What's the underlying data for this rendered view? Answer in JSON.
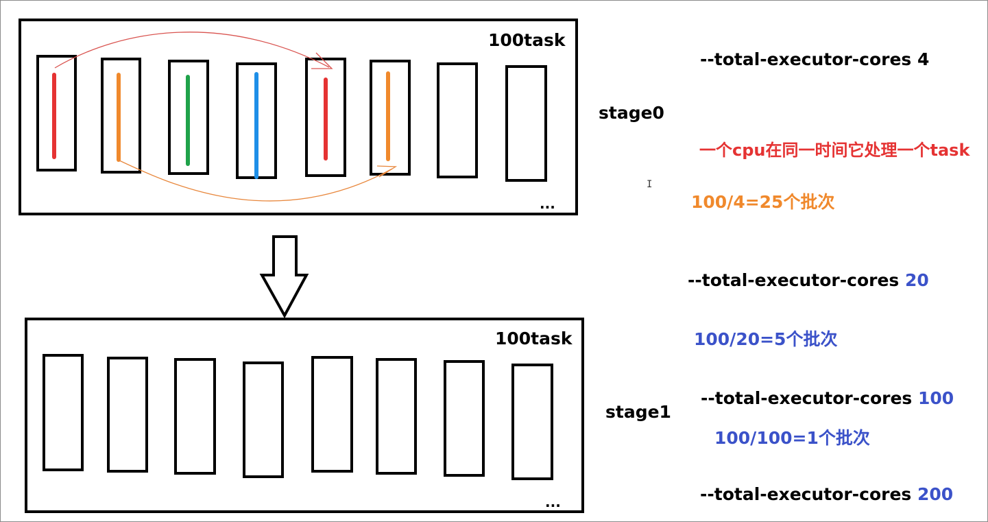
{
  "stage0": {
    "task_count_label": "100task",
    "stage_label": "stage0",
    "ellipsis": "...",
    "bar_colors": [
      "#e53333",
      "#f0892c",
      "#1fa24a",
      "#1e8fe8",
      "#e53333",
      "#f0892c"
    ]
  },
  "stage1": {
    "task_count_label": "100task",
    "stage_label": "stage1",
    "ellipsis": "..."
  },
  "notes": {
    "cfg1_flag": "--total-executor-cores",
    "cfg1_value": "4",
    "cpu_note": "一个cpu在同一时间它处理一个task",
    "calc1": "100/4=25个批次",
    "cfg2_flag": "--total-executor-cores",
    "cfg2_value": "20",
    "calc2": "100/20=5个批次",
    "cfg3_flag": "--total-executor-cores",
    "cfg3_value": "100",
    "calc3": "100/100=1个批次",
    "cfg4_flag": "--total-executor-cores",
    "cfg4_value": "200"
  },
  "colors": {
    "red": "#e53333",
    "orange": "#f0892c",
    "blue": "#3b52c9",
    "green": "#1fa24a",
    "lightblue": "#1e8fe8"
  }
}
